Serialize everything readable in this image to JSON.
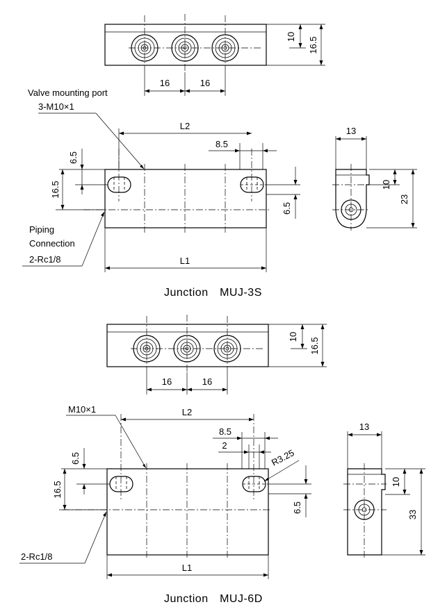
{
  "muj3s": {
    "caption": "Junction　MUJ-3S",
    "top": {
      "pitch_1": "16",
      "pitch_2": "16",
      "height_inner": "10",
      "height_outer": "16.5"
    },
    "front": {
      "valve_port_line1": "Valve mounting port",
      "valve_port_line2": "3-M10×1",
      "l2": "L2",
      "offset": "8.5",
      "height_65": "6.5",
      "height_165": "16.5",
      "right_65": "6.5",
      "piping_line1": "Piping",
      "piping_line2": "Connection",
      "piping_line3": "2-Rc1/8",
      "l1": "L1"
    },
    "side": {
      "width": "13",
      "height_inner": "10",
      "height_outer": "23"
    }
  },
  "muj6d": {
    "caption": "Junction　MUJ-6D",
    "top": {
      "pitch_1": "16",
      "pitch_2": "16",
      "height_inner": "10",
      "height_outer": "16.5"
    },
    "front": {
      "valve_port": "M10×1",
      "l2": "L2",
      "offset": "8.5",
      "slot_width": "2",
      "radius": "R3.25",
      "height_65": "6.5",
      "height_165": "16.5",
      "right_65": "6.5",
      "piping": "2-Rc1/8",
      "l1": "L1"
    },
    "side": {
      "width": "13",
      "height_inner": "10",
      "height_outer": "33"
    }
  }
}
